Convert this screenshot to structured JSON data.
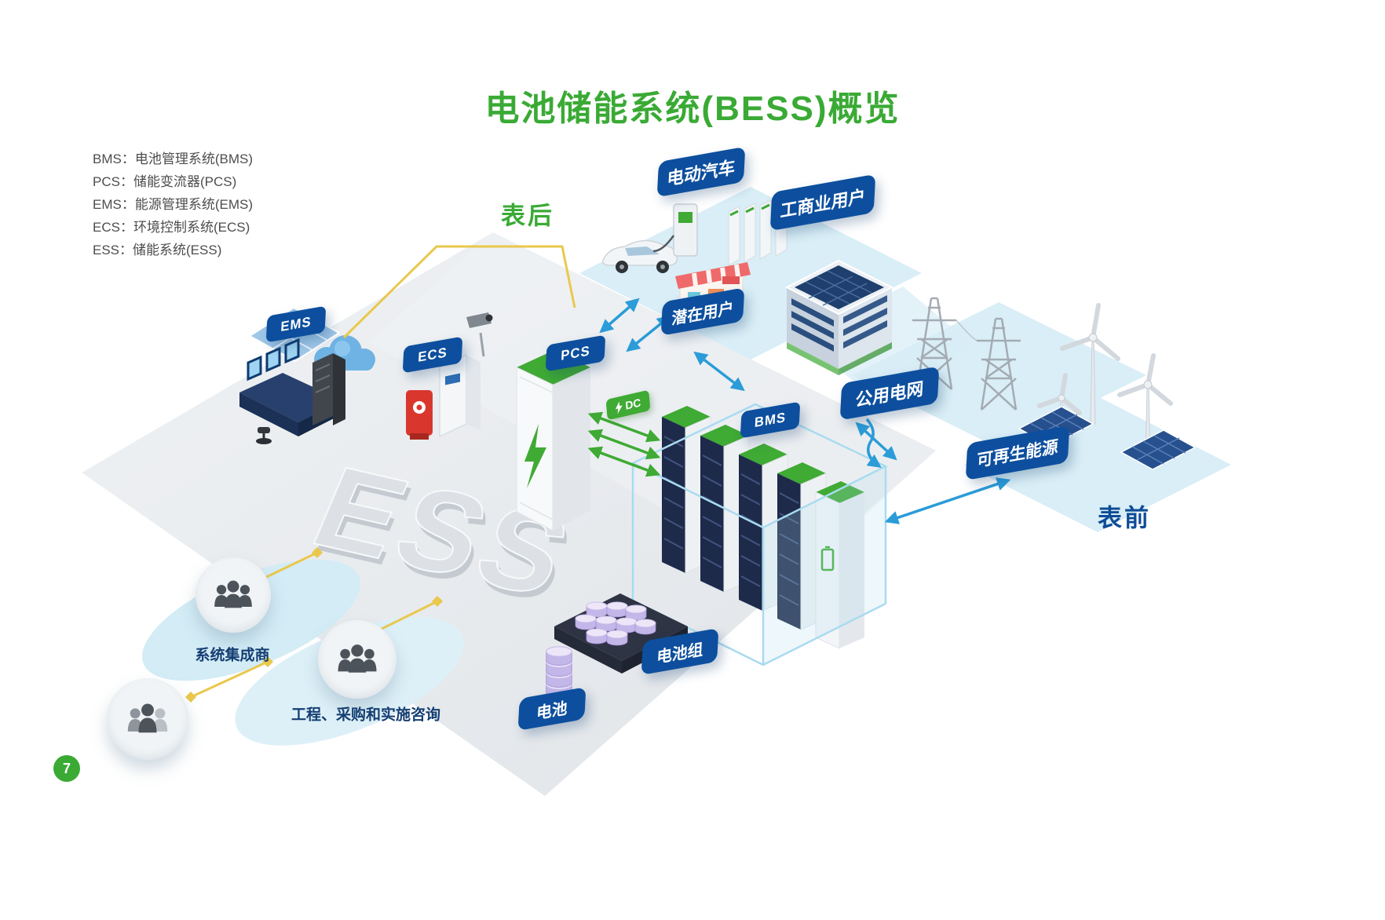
{
  "title": "电池储能系统(BESS)概览",
  "legend": [
    "BMS：电池管理系统(BMS)",
    "PCS：储能变流器(PCS)",
    "EMS：能源管理系统(EMS)",
    "ECS：环境控制系统(ECS)",
    "ESS：储能系统(ESS)"
  ],
  "zones": {
    "behind_meter": "表后",
    "front_of_meter": "表前"
  },
  "badges": {
    "ems": "EMS",
    "ecs": "ECS",
    "pcs": "PCS",
    "bms": "BMS",
    "ev": "电动汽车",
    "commercial_users": "工商业用户",
    "potential_users": "潜在用户",
    "public_grid": "公用电网",
    "renewable_energy": "可再生能源",
    "battery_pack": "电池组",
    "battery": "电池",
    "dc": "DC"
  },
  "floor_label": "ESS",
  "partners": {
    "system_integrator": "系统集成商",
    "epc_consulting": "工程、采购和实施咨询"
  },
  "page_number": "7",
  "colors": {
    "accent_green": "#3aaa35",
    "badge_navy": "#0d4f9e",
    "arrow_blue": "#2b9cd8",
    "line_yellow": "#e9c84d"
  }
}
